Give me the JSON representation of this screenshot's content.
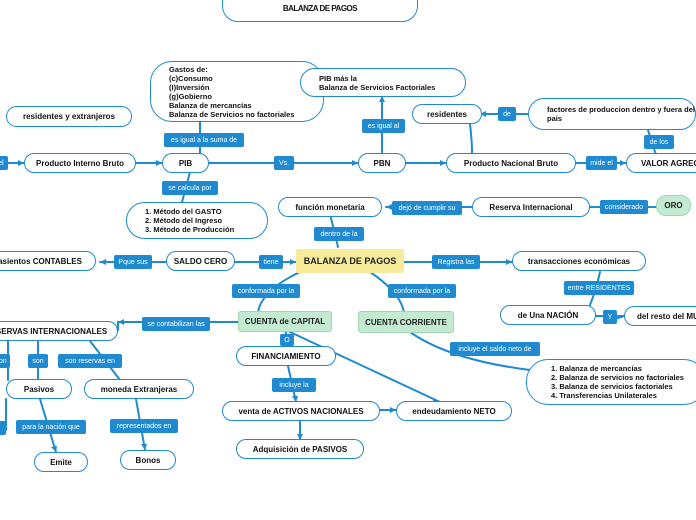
{
  "title": "LA CONTABILIDAD NACIONAL Y LA\nBALANZA DE PAGOS",
  "central": "BALANZA DE PAGOS",
  "nodes": {
    "residentes_extranjeros": "residentes y extranjeros",
    "producto_interno_bruto": "Producto Interno Bruto",
    "pib": "PIB",
    "gastos": "Gastos de:\n(c)Consumo\n(I)Inversión\n(g)Gobierno\nBalanza de mercancías\nBalanza de Servicios no factoriales",
    "pib_mas": "PIB más la\nBalanza de Servicios Factoriales",
    "pbn": "PBN",
    "residentes": "residentes",
    "factores": "factores de produccion dentro y fuera del\npaís",
    "producto_nacional_bruto": "Producto Nacional  Bruto",
    "valor_agregado": "VALOR AGREGADO",
    "metodos": "1. Método del GASTO\n2. Método del Ingreso\n3. Método de Producción",
    "funcion_monetaria": "función monetaria",
    "reserva_internacional": "Reserva Internacional",
    "oro": "ORO",
    "asientos_contables": "asientos CONTABLES",
    "saldo_cero": "SALDO CERO",
    "transacciones": "transacciones económicas",
    "de_una_nacion": "de Una NACIÓN",
    "del_resto": "del resto del MUNDO",
    "reservas_internacionales": "RESERVAS INTERNACIONALES",
    "cuenta_capital": "CUENTA de CAPITAL",
    "cuenta_corriente": "CUENTA CORRIENTE",
    "financiamiento": "FINANCIAMIENTO",
    "pasivos": "Pasivos",
    "moneda_extranjera": "moneda Extranjeras",
    "venta_activos": "venta de ACTIVOS NACIONALES",
    "endeudamiento": "endeudamiento NETO",
    "adquisicion": "Adquisición de PASIVOS",
    "emite": "Emite",
    "bonos": "Bonos",
    "balanzas": "1. Balanza de mercancías\n2. Balanza de servicios no factoriales\n3. Balanza de servicios factoriales\n4. Transferencias Unilaterales"
  },
  "labels": {
    "el": "el",
    "es_igual_suma": "es igual a la suma de",
    "vs": "Vs.",
    "es_igual_al": "es igual al",
    "de": "de",
    "de_los": "de los",
    "mide_el": "mide el",
    "se_calcula_por": "se calcula por",
    "dentro_de_la": "dentro de la",
    "dejo_de_cumplir": "dejó de cumplir su",
    "considerado": "considerado",
    "pque_sus": "Pque sus",
    "tiene": "tiene",
    "registra_las": "Registra las",
    "entre_residentes": "entre RESIDENTES",
    "y": "Y",
    "conformada_capital": "conformada por la",
    "conformada_corriente": "conformada por la",
    "se_contabilizan": "se contabilizan las",
    "o": "O",
    "son_left": "son",
    "son": "son",
    "son_reservas_en": "son reservas en",
    "incluye_saldo": "incluye el saldo neto de",
    "incluye_la": "incluye la",
    "left_edge": "",
    "para_la_nacion": "para la nación que",
    "representados_en": "representados en"
  },
  "colors": {
    "line": "#1f8ad0",
    "central": "#f6ec9b",
    "green": "#c3ebd2"
  }
}
